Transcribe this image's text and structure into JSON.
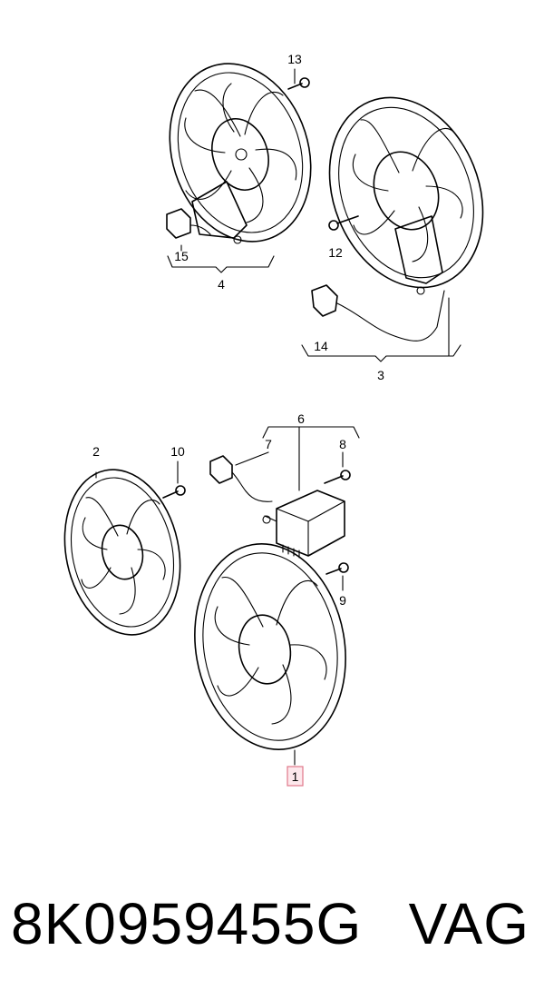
{
  "callouts": {
    "c1": "1",
    "c2": "2",
    "c3": "3",
    "c4": "4",
    "c6": "6",
    "c7": "7",
    "c8": "8",
    "c9": "9",
    "c10": "10",
    "c12": "12",
    "c13": "13",
    "c14": "14",
    "c15": "15"
  },
  "highlighted_callout": "1",
  "colors": {
    "highlight_border": "#e0788a",
    "highlight_fill": "#fde8ec"
  },
  "caption": {
    "part_number": "8K0959455G",
    "brand": "VAG"
  }
}
